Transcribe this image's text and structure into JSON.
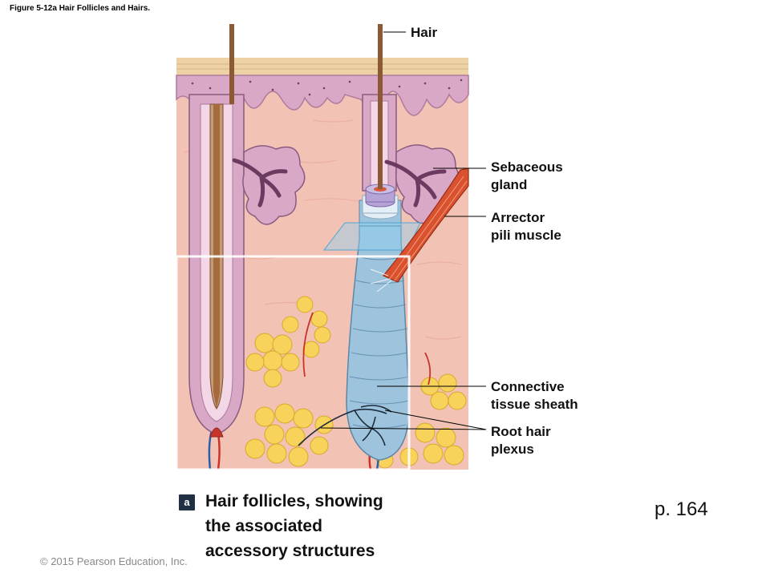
{
  "figure_title": "Figure 5-12a Hair Follicles and Hairs.",
  "labels": {
    "hair": "Hair",
    "sebaceous_gland": "Sebaceous\ngland",
    "arrector_pili": "Arrector\npili muscle",
    "connective_tissue_sheath": "Connective\ntissue sheath",
    "root_hair_plexus": "Root hair\nplexus"
  },
  "caption": {
    "badge": "a",
    "text": "Hair follicles, showing\nthe associated\naccessory structures"
  },
  "page_number": "p.  164",
  "copyright": "© 2015 Pearson Education, Inc.",
  "colors": {
    "dermis": "#f2c3b5",
    "epidermis": "#d9a8c6",
    "fat": "#f7d35c",
    "sheath": "#9dc3dd",
    "muscle": "#d9512e"
  }
}
